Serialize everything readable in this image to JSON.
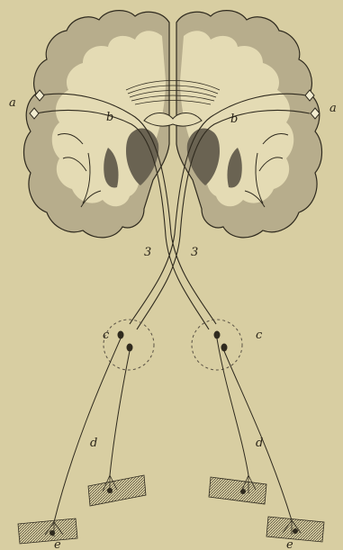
{
  "labels": {
    "a_left": "a",
    "a_right": "a",
    "b_left": "b",
    "b_right": "b",
    "n3_left": "3",
    "n3_right": "3",
    "c_left": "c",
    "c_right": "c",
    "d_left": "d",
    "d_right": "d",
    "e_left": "e",
    "e_right": "e"
  },
  "colors": {
    "paper": "#d8cea2",
    "white_matter": "#e4dbb4",
    "gray_matter": "#b7ad8c",
    "deep_nuclei": "#6a6352",
    "ink": "#2f2a1e"
  }
}
